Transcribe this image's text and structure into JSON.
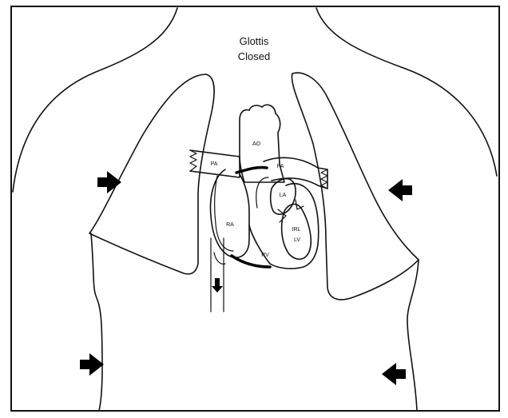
{
  "caption": {
    "line1": "Glottis",
    "line2": "Closed"
  },
  "labels": {
    "aorta": "AO",
    "pa_left": "PA",
    "pa_right": "PA",
    "right_atrium": "RA",
    "right_ventricle": "RV",
    "left_atrium": "LA",
    "left_ventricle": "LV",
    "lv_inner": "IRL"
  }
}
